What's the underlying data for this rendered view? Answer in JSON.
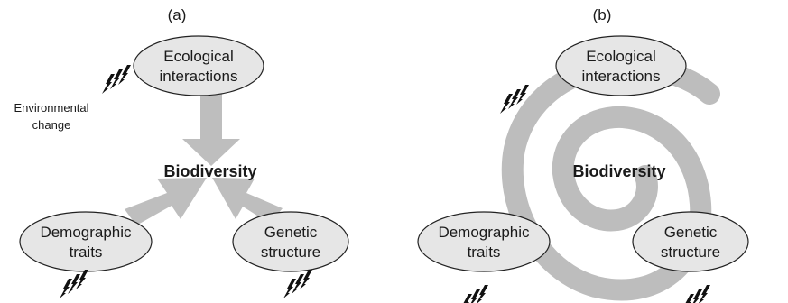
{
  "colors": {
    "node_fill": "#e6e6e6",
    "node_stroke": "#222222",
    "arrow": "#bebebe",
    "spiral": "#bdbdbd",
    "text": "#1a1a1a",
    "bolt": "#111111"
  },
  "panel_a": {
    "label": "(a)",
    "center_label": "Biodiversity",
    "nodes": {
      "ecological": [
        "Ecological",
        "interactions"
      ],
      "demographic": [
        "Demographic",
        "traits"
      ],
      "genetic": [
        "Genetic",
        "structure"
      ]
    },
    "annotation": [
      "Environmental",
      "change"
    ],
    "icons": [
      "lightning-bolt-icon",
      "lightning-bolt-icon",
      "lightning-bolt-icon"
    ]
  },
  "panel_b": {
    "label": "(b)",
    "center_label": "Biodiversity",
    "nodes": {
      "ecological": [
        "Ecological",
        "interactions"
      ],
      "demographic": [
        "Demographic",
        "traits"
      ],
      "genetic": [
        "Genetic",
        "structure"
      ]
    },
    "icons": [
      "lightning-bolt-icon",
      "lightning-bolt-icon",
      "lightning-bolt-icon"
    ]
  }
}
